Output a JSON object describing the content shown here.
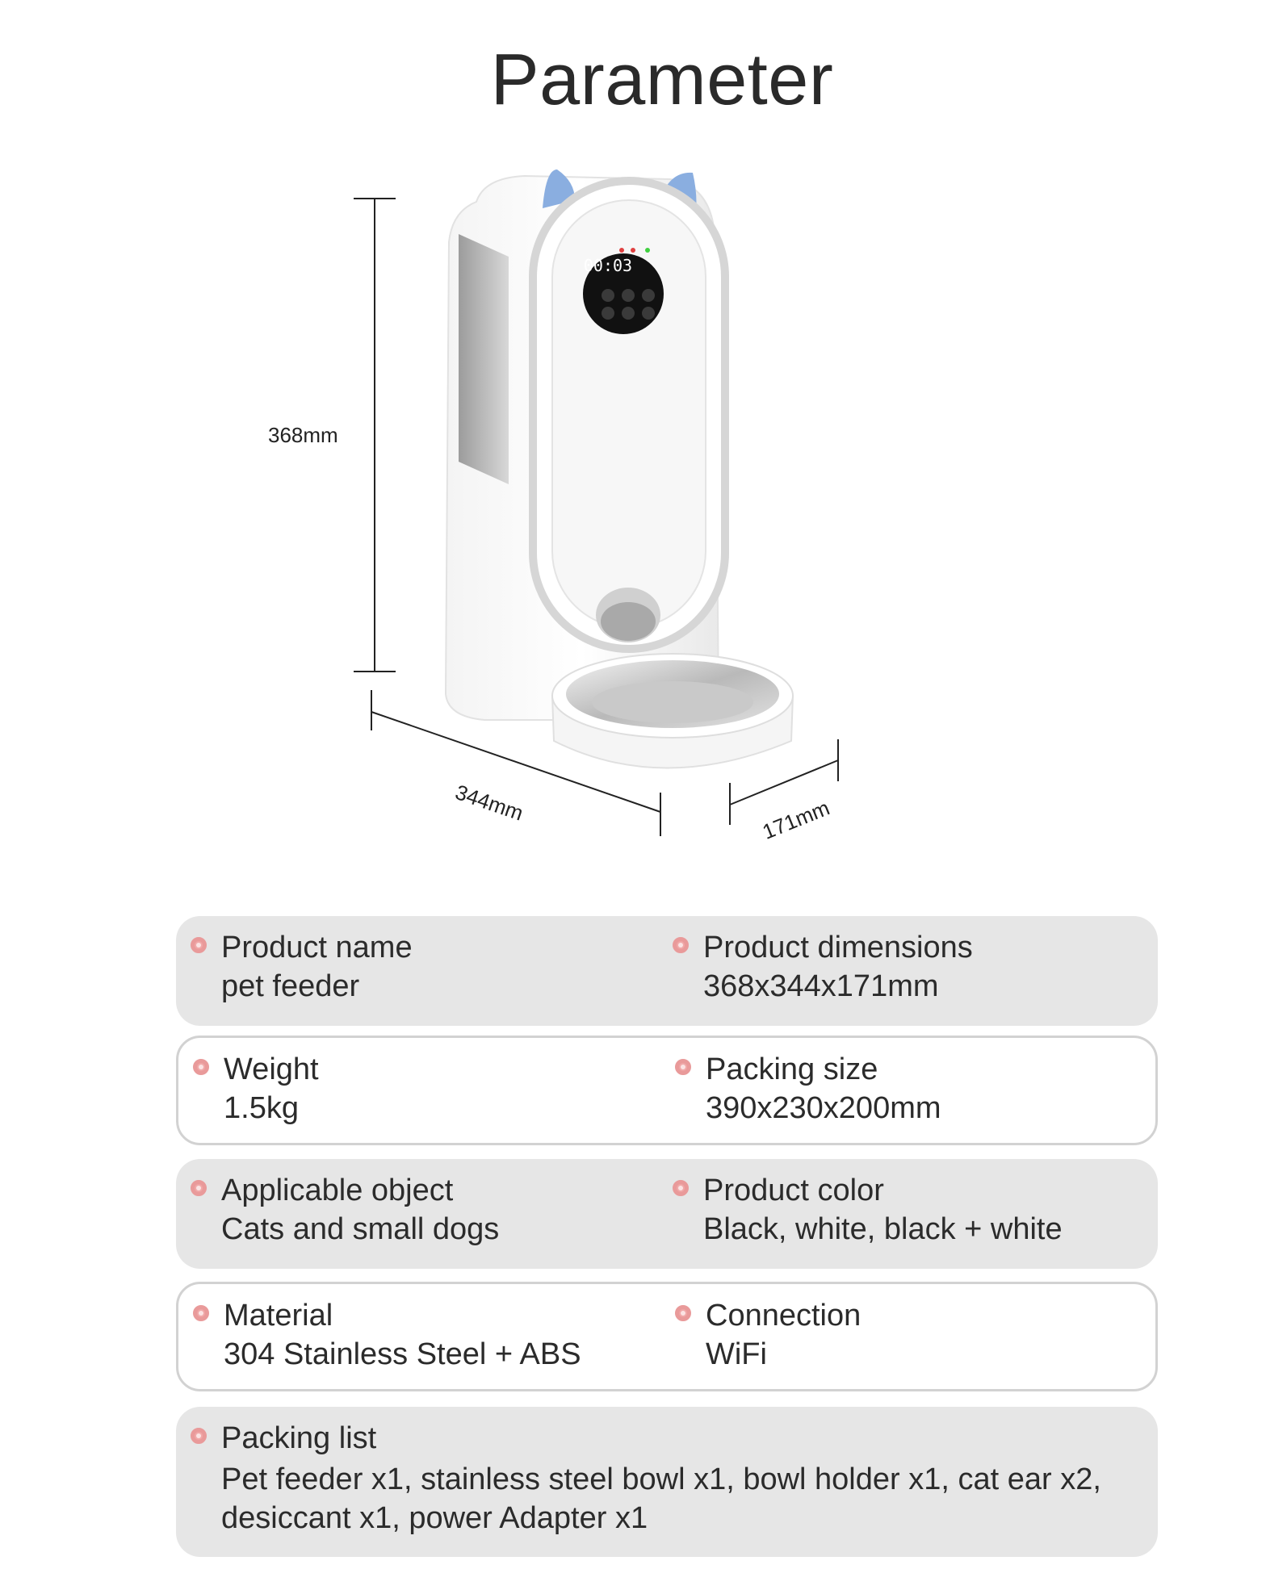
{
  "title": "Parameter",
  "dimensions": {
    "height_label": "368mm",
    "width_label": "344mm",
    "depth_label": "171mm"
  },
  "device": {
    "display_time": "00:03"
  },
  "specs": [
    {
      "left": {
        "label": "Product name",
        "value": "pet feeder"
      },
      "right": {
        "label": "Product dimensions",
        "value": "368x344x171mm"
      }
    },
    {
      "left": {
        "label": "Weight",
        "value": "1.5kg"
      },
      "right": {
        "label": "Packing size",
        "value": "390x230x200mm"
      }
    },
    {
      "left": {
        "label": "Applicable object",
        "value": "Cats and small dogs"
      },
      "right": {
        "label": "Product color",
        "value": "Black, white, black + white"
      }
    },
    {
      "left": {
        "label": "Material",
        "value": "304 Stainless Steel + ABS"
      },
      "right": {
        "label": "Connection",
        "value": "WiFi"
      }
    }
  ],
  "packing": {
    "label": "Packing list",
    "value": "Pet feeder x1, stainless steel bowl x1, bowl holder x1, cat ear x2, desiccant x1, power Adapter x1"
  },
  "colors": {
    "shaded_card": "#e6e6e6",
    "card_border": "#d2d2d2",
    "bullet": "#f0a8a8",
    "cat_ear": "#8aaee0"
  }
}
